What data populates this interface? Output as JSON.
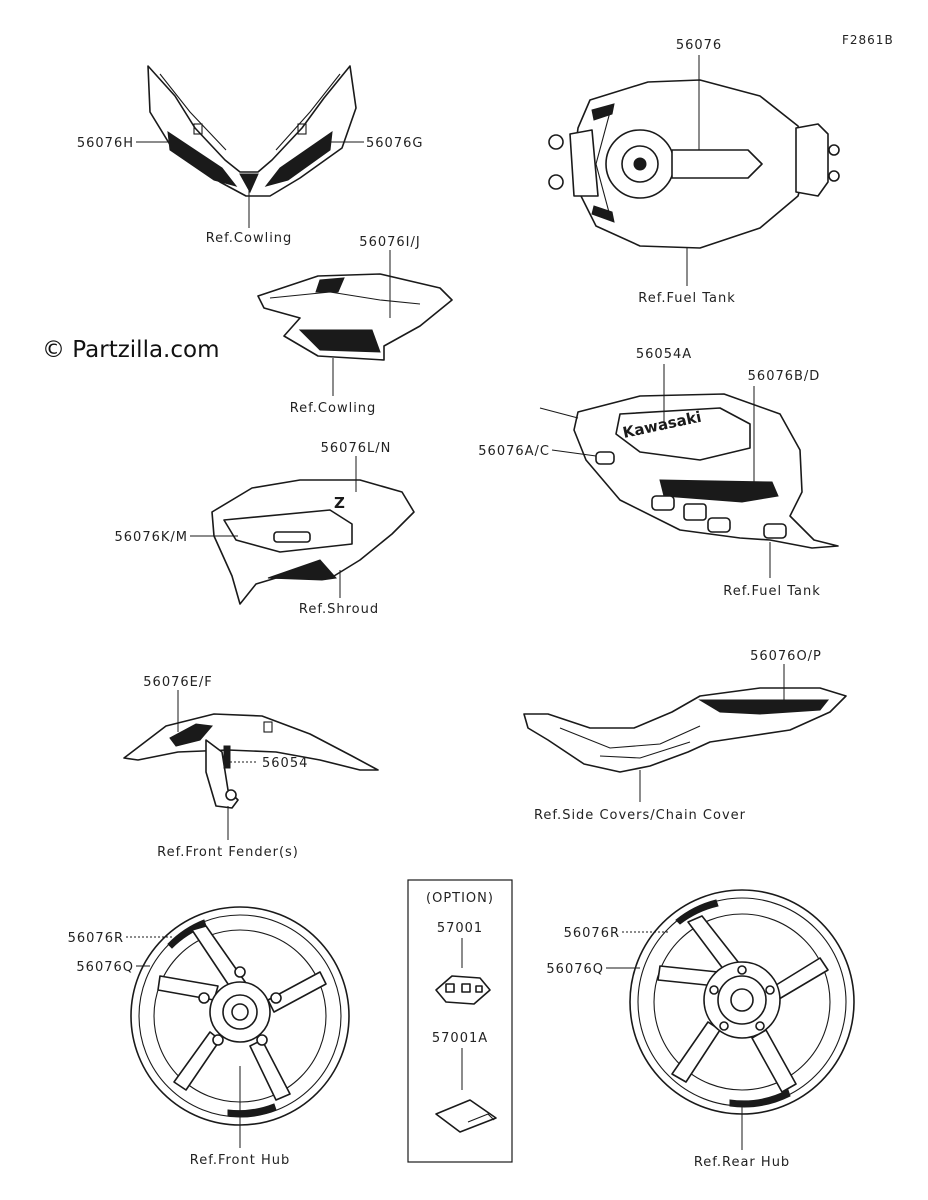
{
  "figure_id": "F2861B",
  "watermark": "© Partzilla.com",
  "labels": {
    "l_56076H": "56076H",
    "l_56076G": "56076G",
    "ref_cowling_1": "Ref.Cowling",
    "l_56076": "56076",
    "ref_fuel_tank_1": "Ref.Fuel Tank",
    "l_56076IJ": "56076I/J",
    "ref_cowling_2": "Ref.Cowling",
    "l_56054A": "56054A",
    "l_56076BD": "56076B/D",
    "l_56076AC": "56076A/C",
    "ref_fuel_tank_2": "Ref.Fuel Tank",
    "l_56076LN": "56076L/N",
    "l_56076KM": "56076K/M",
    "ref_shroud": "Ref.Shroud",
    "l_56076EF": "56076E/F",
    "l_56054": "56054",
    "ref_front_fender": "Ref.Front Fender(s)",
    "l_56076OP": "56076O/P",
    "ref_side_covers": "Ref.Side Covers/Chain Cover",
    "option": "(OPTION)",
    "l_57001": "57001",
    "l_57001A": "57001A",
    "l_56076R_front": "56076R",
    "l_56076Q_front": "56076Q",
    "ref_front_hub": "Ref.Front Hub",
    "l_56076R_rear": "56076R",
    "l_56076Q_rear": "56076Q",
    "ref_rear_hub": "Ref.Rear Hub"
  },
  "decal_text": {
    "kawasaki": "Kawasaki",
    "model_mark": "Z"
  }
}
